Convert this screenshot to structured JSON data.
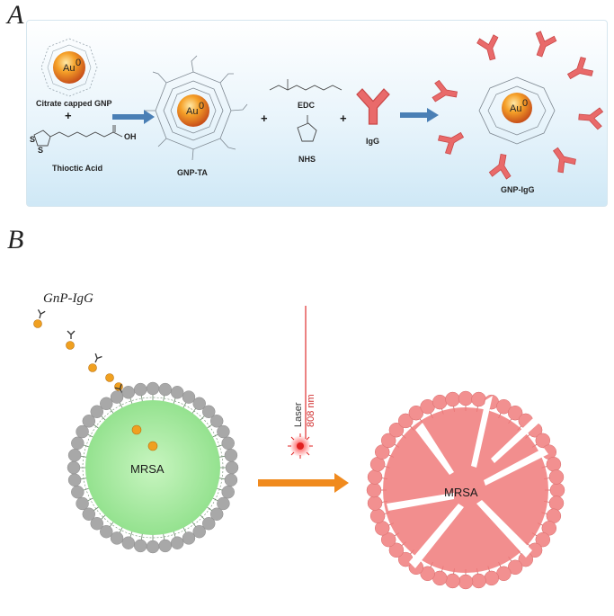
{
  "panels": {
    "a": "A",
    "b": "B"
  },
  "scheme": {
    "gnp_core": "Au",
    "gnp_core_sup": "0",
    "citrate_label": "Citrate capped GNP",
    "thioctic_label": "Thioctic Acid",
    "gnp_ta_label": "GNP-TA",
    "edc_label": "EDC",
    "nhs_label": "NHS",
    "igg_label": "IgG",
    "gnp_igg_label": "GNP-IgG",
    "plus": "+"
  },
  "mechanism": {
    "gnp_igg_label": "GnP-IgG",
    "laser_label": "Laser",
    "wavelength_label": "808 nm",
    "mrsa_label": "MRSA",
    "mrsa_label_after": "MRSA"
  },
  "colors": {
    "antibody": "#e96a6a",
    "gold": "#f0a020",
    "bacteria_intact": "#9be89b",
    "bacteria_lysed": "#f07a7a",
    "lipid_head": "#a8a8a8",
    "arrow_blue": "#4a7fb5",
    "arrow_orange": "#f08a1e",
    "laser": "#e03030"
  }
}
